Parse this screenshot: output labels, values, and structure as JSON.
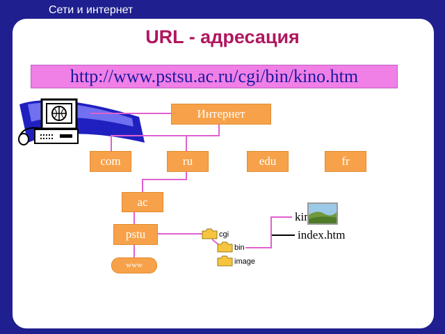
{
  "header": {
    "text": "Сети и интернет"
  },
  "title": "URL - адресация",
  "url": "http://www.pstsu.ac.ru/cgi/bin/kino.htm",
  "nodes": {
    "internet": "Интернет",
    "com": "com",
    "ru": "ru",
    "edu": "edu",
    "fr": "fr",
    "ac": "ac",
    "pstu": "pstu",
    "www": "www"
  },
  "folders": {
    "cgi": "cgi",
    "bin": "bin",
    "image": "image"
  },
  "files": {
    "kino": "kino.htm",
    "index": "index.htm"
  },
  "colors": {
    "background": "#1f1f8f",
    "title": "#b0175f",
    "url_bar": "#f07fe6",
    "node": "#f7a24a",
    "link": "#e060d0",
    "folder": "#f5c542"
  },
  "icons": [
    "computer-icon",
    "folder-icon",
    "photo-icon"
  ]
}
